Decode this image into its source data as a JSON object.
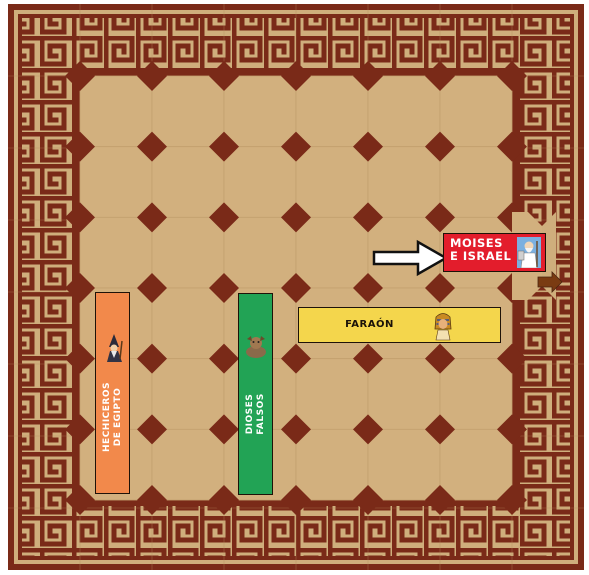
{
  "board": {
    "colors": {
      "tile": "#d2b07e",
      "tile_line": "#c3a06e",
      "diamond": "#7a2a18",
      "border_dark": "#7a2a18",
      "border_light": "#cfae7c"
    }
  },
  "pieces": {
    "hechiceros": {
      "line1": "HECHICEROS",
      "line2": "DE EGIPTO",
      "color": "#f2894b",
      "icon": "wizard-icon"
    },
    "dioses": {
      "line1": "DIOSES",
      "line2": "FALSOS",
      "color": "#22a355",
      "icon": "idol-icon"
    },
    "faraon": {
      "label": "FARAÓN",
      "color": "#f4d64c",
      "icon": "pharaoh-icon"
    },
    "moises": {
      "line1": "MOISES",
      "line2": "E ISRAEL",
      "color": "#e31d2c",
      "icon": "moses-icon"
    }
  },
  "markers": {
    "move_arrow": "white-arrow-icon",
    "exit_arrow": "brown-arrow-icon"
  }
}
